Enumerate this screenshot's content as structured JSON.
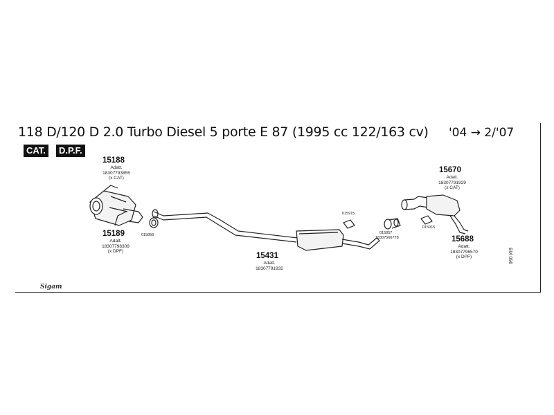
{
  "header": {
    "title": "118 D/120 D 2.0 Turbo Diesel 5 porte E 87 (1995 cc 122/163 cv)",
    "date_range": "'04 → 2/'07",
    "badges": [
      "CAT.",
      "D.P.F."
    ]
  },
  "parts": {
    "p15188": {
      "number": "15188",
      "label": "Adatt.",
      "code": "18307793855",
      "note": "(x CAT)"
    },
    "p15189": {
      "number": "15189",
      "label": "Adatt.",
      "code": "18307798309",
      "note": "(x DPF)"
    },
    "p15431": {
      "number": "15431",
      "label": "Adatt.",
      "code": "18307791932"
    },
    "p15670": {
      "number": "15670",
      "label": "Adatt.",
      "code": "18307791929",
      "note": "(x CAT)"
    },
    "p15688": {
      "number": "15688",
      "label": "Adatt.",
      "code": "18307796570",
      "note": "(x DPF)"
    },
    "small": {
      "a": "015856",
      "b": "015915",
      "c": "015857",
      "c_code": "18307566778",
      "d": "015915"
    }
  },
  "footer": {
    "logo": "Sigam",
    "ref": "BM 096"
  }
}
